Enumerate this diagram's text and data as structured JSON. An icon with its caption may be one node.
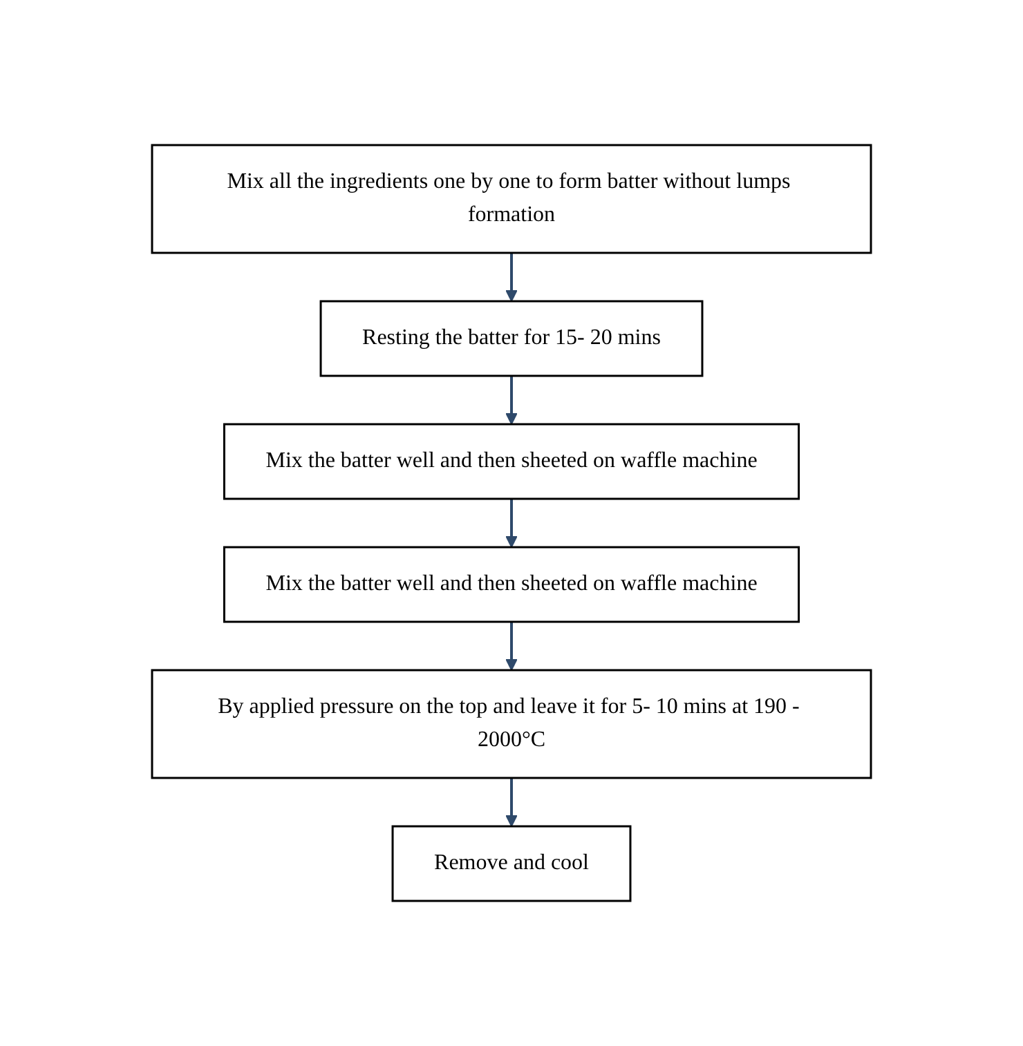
{
  "diagram": {
    "nodes": [
      {
        "text": [
          "Mix all the ingredients one by one to form batter without lumps formation"
        ]
      },
      {
        "text": [
          "Resting the batter for 15- 20 mins"
        ]
      },
      {
        "text": [
          "Mix the batter well and then sheeted on waffle machine"
        ]
      },
      {
        "text": [
          "Mix the batter well and then sheeted on waffle machine"
        ]
      },
      {
        "text": [
          "By applied pressure on the top and leave it for 5- 10 mins at 190 - 2000°C"
        ]
      },
      {
        "text": [
          "Remove and cool"
        ]
      }
    ],
    "edges": [
      {
        "from": 0,
        "to": 1,
        "arrow": "to"
      },
      {
        "from": 1,
        "to": 2,
        "arrow": "to"
      },
      {
        "from": 2,
        "to": 3,
        "arrow": "to"
      },
      {
        "from": 3,
        "to": 4,
        "arrow": "to"
      },
      {
        "from": 4,
        "to": 5,
        "arrow": "to"
      }
    ]
  }
}
